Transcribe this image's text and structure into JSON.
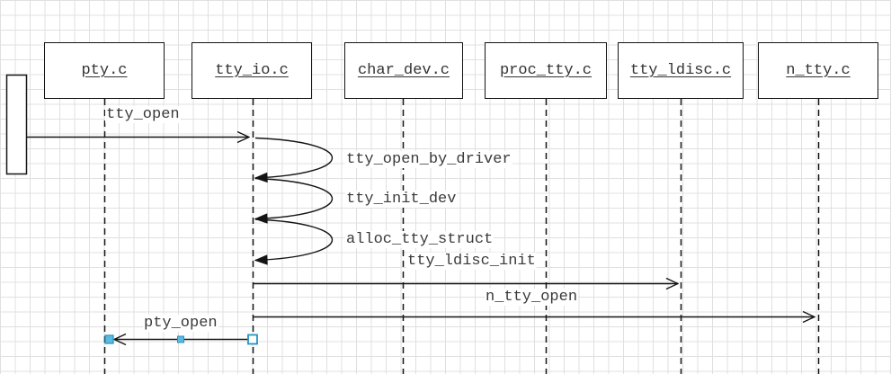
{
  "actors": [
    {
      "label": "pty.c"
    },
    {
      "label": "tty_io.c"
    },
    {
      "label": "char_dev.c"
    },
    {
      "label": "proc_tty.c"
    },
    {
      "label": "tty_ldisc.c"
    },
    {
      "label": "n_tty.c"
    }
  ],
  "messages": [
    {
      "label": "tty_open",
      "type": "call",
      "from": "caller",
      "to": "tty_io.c"
    },
    {
      "label": "tty_open_by_driver",
      "type": "self",
      "on": "tty_io.c"
    },
    {
      "label": "tty_init_dev",
      "type": "self",
      "on": "tty_io.c"
    },
    {
      "label": "alloc_tty_struct",
      "type": "self",
      "on": "tty_io.c"
    },
    {
      "label": "tty_ldisc_init",
      "type": "call",
      "from": "tty_io.c",
      "to": "tty_ldisc.c"
    },
    {
      "label": "n_tty_open",
      "type": "call",
      "from": "tty_io.c",
      "to": "n_tty.c"
    },
    {
      "label": "pty_open",
      "type": "call",
      "from": "tty_io.c",
      "to": "pty.c",
      "selected": true
    }
  ],
  "selection": {
    "selected_message": "pty_open",
    "handle_fill": "#5cb9df",
    "handle_border": "#1f94c4"
  },
  "colors": {
    "line": "#141414",
    "text": "#3a3a3a",
    "grid": "#e0e0e0",
    "background": "#ffffff"
  }
}
